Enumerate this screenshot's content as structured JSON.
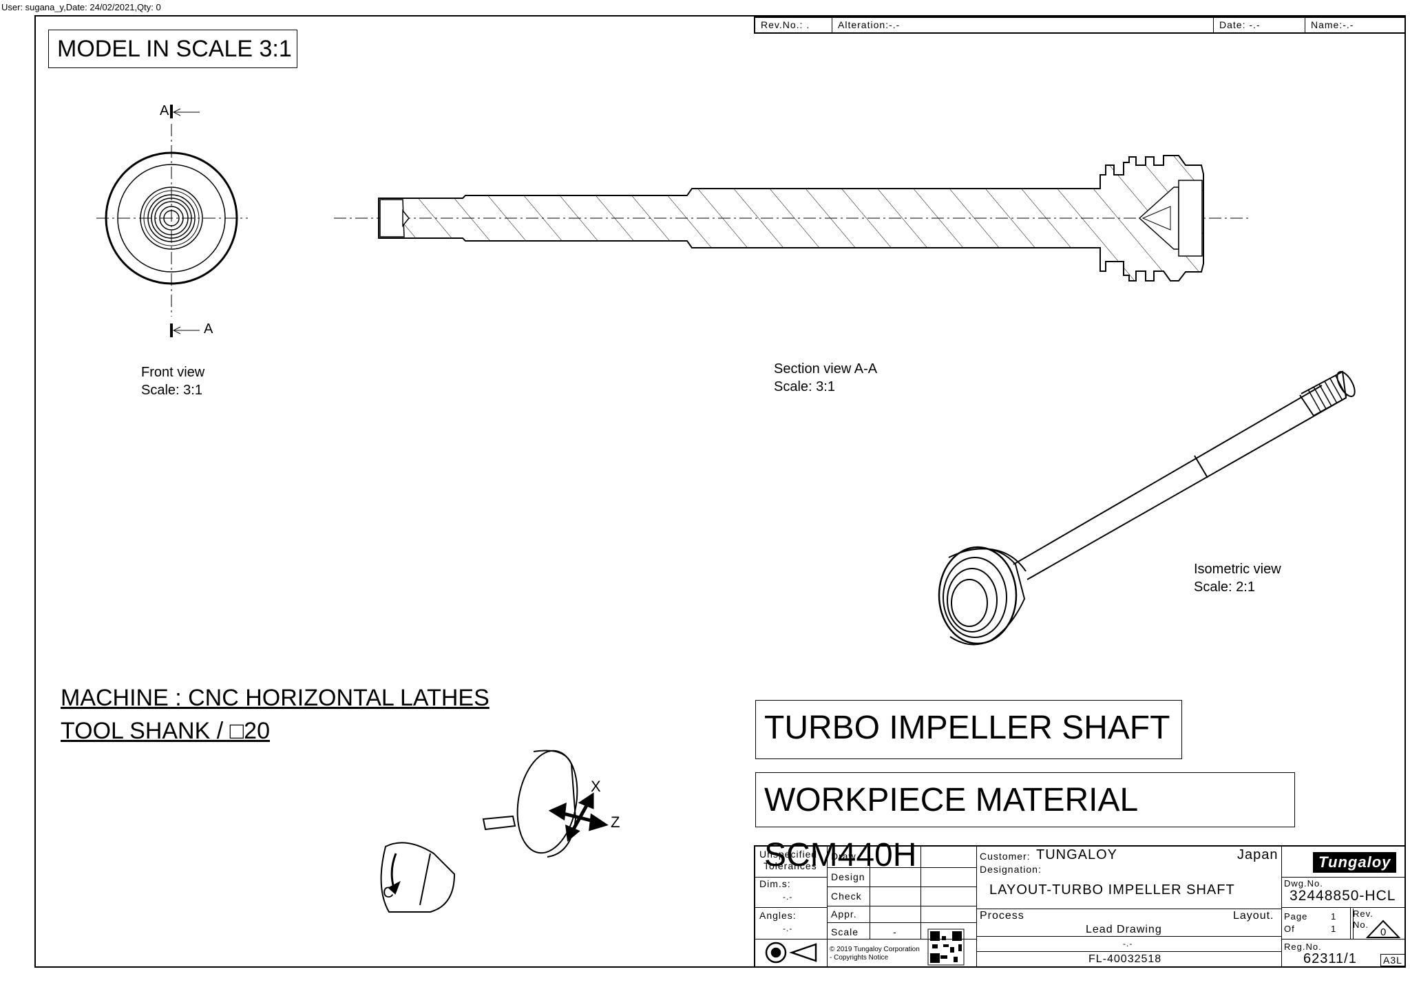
{
  "header": {
    "user_line": "User: sugana_y,Date: 24/02/2021,Qty: 0"
  },
  "rev_bar": {
    "rev_no": "Rev.No.:  .",
    "alteration": "Alteration:-.-",
    "date": "Date: -.-",
    "name": "Name:-.-"
  },
  "model_scale": "MODEL IN SCALE 3:1",
  "views": {
    "front": {
      "label": "Front view",
      "scale": "Scale:  3:1",
      "section_mark": "A"
    },
    "section": {
      "label": "Section view A-A",
      "scale": "Scale:  3:1"
    },
    "isometric": {
      "label": "Isometric view",
      "scale": "Scale:  2:1"
    }
  },
  "machine": {
    "line1": "MACHINE : CNC HORIZONTAL LATHES ",
    "line2": "TOOL SHANK / □20"
  },
  "axes": {
    "x": "X",
    "z": "Z",
    "c": "C"
  },
  "titles": {
    "part": "TURBO IMPELLER SHAFT",
    "material": "WORKPIECE MATERIAL SCM440H"
  },
  "title_block": {
    "unspecified": "Unspecified",
    "tolerances": "Tolerances",
    "dims_label": "Dim.s:",
    "dims_value": "-.-",
    "angles_label": "Angles:",
    "angles_value": "-.-",
    "draw": "Draw",
    "design": "Design",
    "check": "Check",
    "appr": "Appr.",
    "scale_label": "Scale",
    "scale_value": "-",
    "copyright": "© 2019 Tungaloy Corporation",
    "copyright2": "- Copyrights Notice",
    "customer_label": "Customer:",
    "customer": "TUNGALOY",
    "country": "Japan",
    "designation_label": "Designation:",
    "designation": "LAYOUT-TURBO IMPELLER SHAFT",
    "process_label": "Process",
    "layout_label": "Layout.",
    "process_value": "Lead Drawing",
    "blank_value": "-.-",
    "fl_number": "FL-40032518",
    "logo": "Tungaloy",
    "dwg_label": "Dwg.No.",
    "dwg_no": "32448850-HCL",
    "page_label": "Page",
    "page_value": "1",
    "of_label": "Of",
    "of_value": "1",
    "rev_label": "Rev.",
    "rev_no_label": "No.",
    "rev_value": "0",
    "reg_label": "Reg.No.",
    "reg_no": "62311/1",
    "sheet_size": "A3L"
  }
}
